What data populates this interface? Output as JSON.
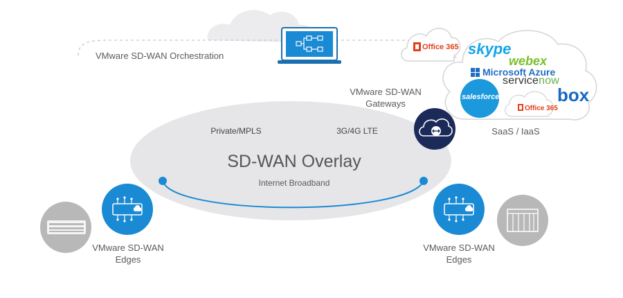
{
  "orchestration": {
    "label": "VMware SD-WAN Orchestration"
  },
  "overlay": {
    "title": "SD-WAN Overlay",
    "transport_left": "Private/MPLS",
    "transport_right": "3G/4G LTE",
    "transport_bottom": "Internet Broadband"
  },
  "gateways": {
    "line1": "VMware SD-WAN",
    "line2": "Gateways"
  },
  "edges_left": {
    "line1": "VMware SD-WAN",
    "line2": "Edges"
  },
  "edges_right": {
    "line1": "VMware SD-WAN",
    "line2": "Edges"
  },
  "saas": {
    "label": "SaaS / IaaS",
    "small_cloud_logo": "Office 365",
    "logos": {
      "skype": "skype",
      "webex": "webex",
      "azure": "Microsoft Azure",
      "servicenow_a": "service",
      "servicenow_b": "now",
      "box": "box",
      "salesforce": "salesforce",
      "office365": "Office 365"
    }
  },
  "colors": {
    "accent_blue": "#1a8ad4",
    "navy": "#1b2a59",
    "cloud_grey": "#e6e6e8",
    "device_grey": "#b8b8b8",
    "office_red": "#e0401a",
    "skype_blue": "#12a5e8",
    "webex_green": "#7bbf2d",
    "azure_blue": "#1f6ec4",
    "box_blue": "#1669c2",
    "salesforce_blue": "#1c98dc"
  }
}
